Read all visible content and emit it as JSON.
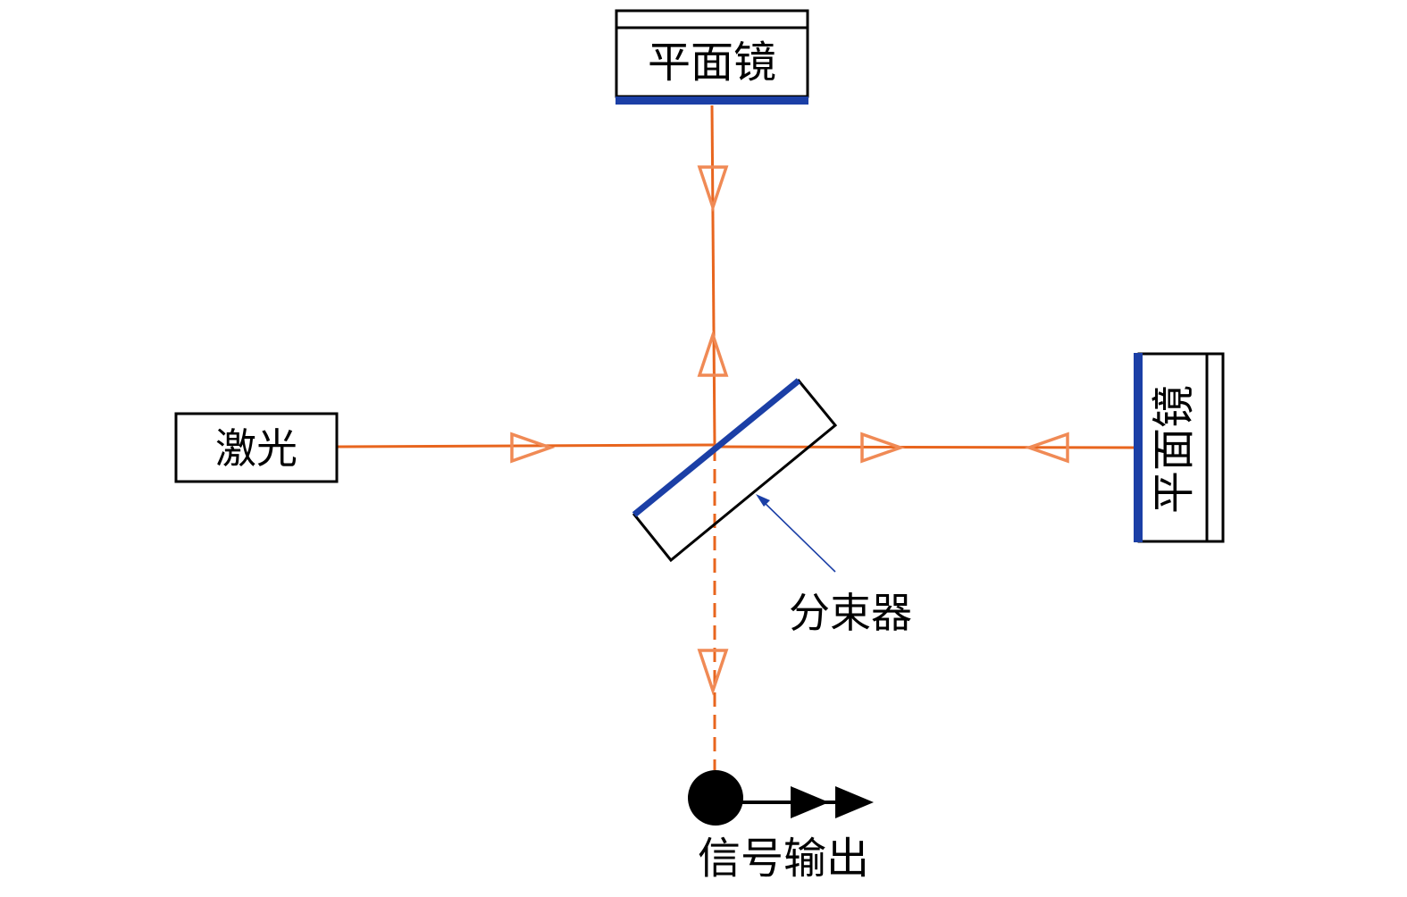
{
  "labels": {
    "laser": "激光",
    "mirror_top": "平面镜",
    "mirror_right": "平面镜",
    "beam_splitter": "分束器",
    "signal_output": "信号输出"
  },
  "colors": {
    "beam": "#e8651e",
    "arrowhead": "#f08a55",
    "mirror_surface": "#1b3fa6",
    "outline": "#000000",
    "pointer": "#1b3fa6"
  }
}
